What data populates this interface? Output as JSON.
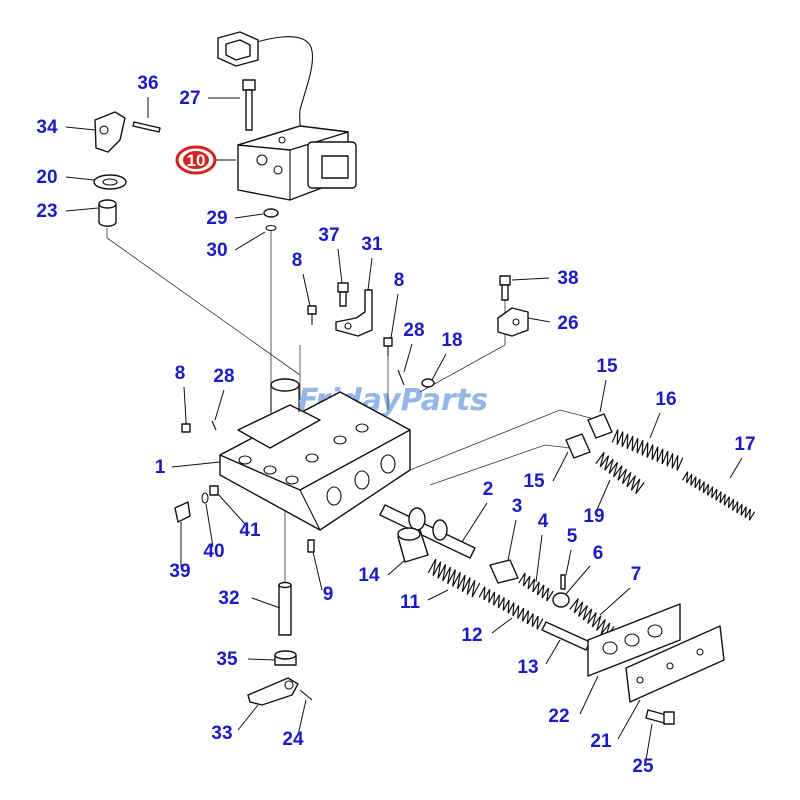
{
  "diagram": {
    "watermark": "FridayParts",
    "highlight_label": "10",
    "colors": {
      "label": "#1a1ac8",
      "highlight": "#d42020",
      "watermark": "#3d7bd4",
      "line": "#111111"
    },
    "labels": {
      "l1": "1",
      "l2": "2",
      "l3": "3",
      "l4": "4",
      "l5": "5",
      "l6": "6",
      "l7": "7",
      "l8a": "8",
      "l8b": "8",
      "l8c": "8",
      "l9": "9",
      "l11": "11",
      "l12": "12",
      "l13": "13",
      "l14": "14",
      "l15a": "15",
      "l15b": "15",
      "l16": "16",
      "l17": "17",
      "l18": "18",
      "l19": "19",
      "l20": "20",
      "l21": "21",
      "l22": "22",
      "l23": "23",
      "l24": "24",
      "l25": "25",
      "l26": "26",
      "l27": "27",
      "l28a": "28",
      "l28b": "28",
      "l29": "29",
      "l30": "30",
      "l31": "31",
      "l32": "32",
      "l33": "33",
      "l34": "34",
      "l35": "35",
      "l36": "36",
      "l37": "37",
      "l38": "38",
      "l39": "39",
      "l40": "40",
      "l41": "41"
    }
  }
}
